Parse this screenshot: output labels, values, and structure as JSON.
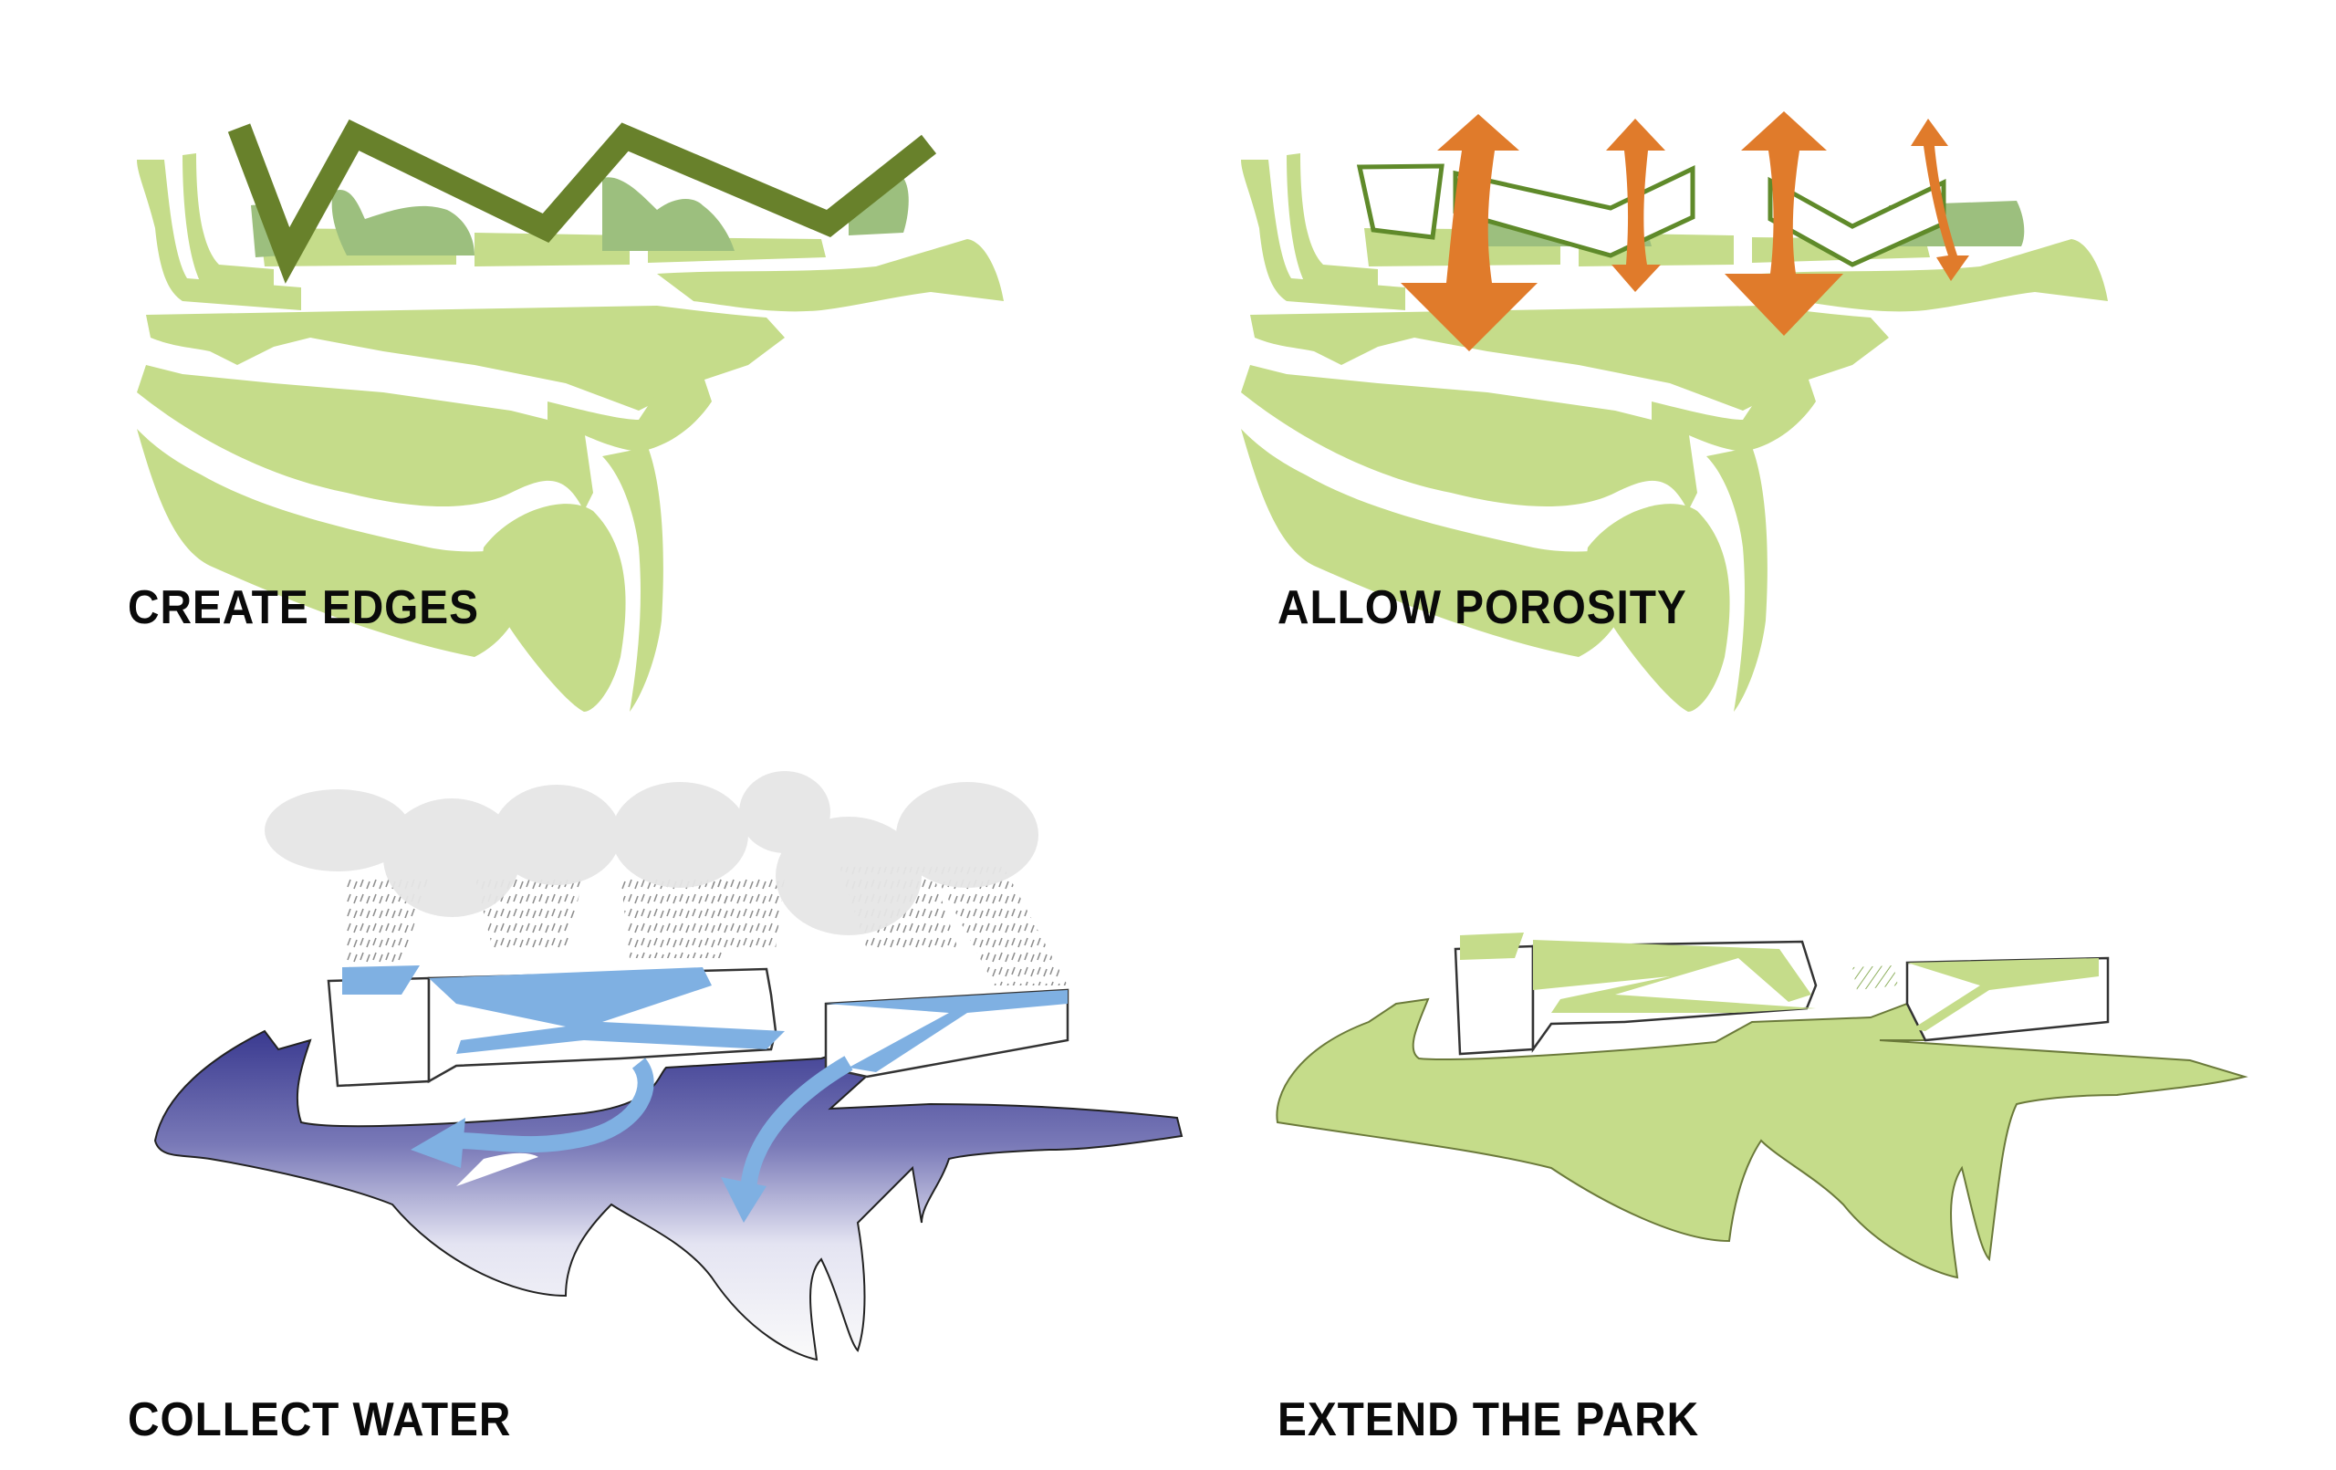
{
  "panels": [
    {
      "id": "create-edges",
      "title": "CREATE EDGES"
    },
    {
      "id": "allow-porosity",
      "title": "ALLOW POROSITY"
    },
    {
      "id": "collect-water",
      "title": "COLLECT WATER"
    },
    {
      "id": "extend-the-park",
      "title": "EXTEND THE PARK"
    }
  ],
  "colors": {
    "park_light_green": "#c5dc8a",
    "park_mid_green": "#9cbf7e",
    "edge_dark_green": "#68812b",
    "outline_green": "#5f8a2a",
    "porosity_orange": "#e07b2b",
    "cloud_gray": "#e6e6e6",
    "rain_gray": "#9a9a9a",
    "water_navy": "#3f3f94",
    "water_light": "#f2f2f8",
    "flow_blue": "#7fb0e2",
    "building_outline": "#333333"
  }
}
